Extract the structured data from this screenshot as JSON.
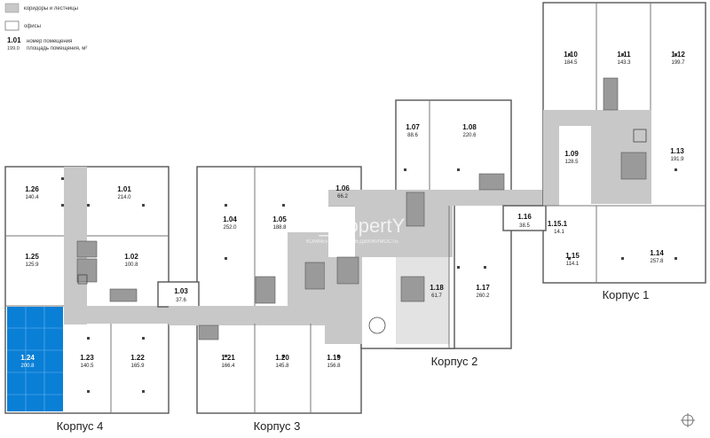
{
  "legend": {
    "corridors_label": "коридоры и лестницы",
    "offices_label": "офисы",
    "sample_number": "1.01",
    "sample_area": "199.0",
    "number_label": "номер помещения",
    "area_label": "площадь помещения, м²"
  },
  "watermark": {
    "text": "Y_propertY",
    "subtext": "КОММЕРЧЕСКАЯ НЕДВИЖИМОСТЬ"
  },
  "corpus_labels": [
    "Корпус 1",
    "Корпус 2",
    "Корпус 3",
    "Корпус 4"
  ],
  "colors": {
    "corridor": "#c8c8c8",
    "selected_room": "#0a7fd6",
    "wall": "#555555"
  },
  "selected_room": "1.24",
  "rooms": [
    {
      "id": "1.01",
      "area": "214.0"
    },
    {
      "id": "1.02",
      "area": "100.8"
    },
    {
      "id": "1.03",
      "area": "37.6"
    },
    {
      "id": "1.04",
      "area": "252.0"
    },
    {
      "id": "1.05",
      "area": "188.8"
    },
    {
      "id": "1.06",
      "area": "66.2"
    },
    {
      "id": "1.07",
      "area": "88.6"
    },
    {
      "id": "1.08",
      "area": "220.6"
    },
    {
      "id": "1.09",
      "area": "128.5"
    },
    {
      "id": "1.10",
      "area": "184.5"
    },
    {
      "id": "1.11",
      "area": "143.3"
    },
    {
      "id": "1.12",
      "area": "199.7"
    },
    {
      "id": "1.13",
      "area": "191.9"
    },
    {
      "id": "1.14",
      "area": "257.8"
    },
    {
      "id": "1.15",
      "area": "114.1"
    },
    {
      "id": "1.15.1",
      "area": "14.1"
    },
    {
      "id": "1.16",
      "area": "38.5"
    },
    {
      "id": "1.17",
      "area": "260.2"
    },
    {
      "id": "1.18",
      "area": "61.7"
    },
    {
      "id": "1.19",
      "area": "156.8"
    },
    {
      "id": "1.20",
      "area": "145.8"
    },
    {
      "id": "1.21",
      "area": "166.4"
    },
    {
      "id": "1.22",
      "area": "165.9"
    },
    {
      "id": "1.23",
      "area": "140.5"
    },
    {
      "id": "1.24",
      "area": "200.8"
    },
    {
      "id": "1.25",
      "area": "125.9"
    },
    {
      "id": "1.26",
      "area": "140.4"
    }
  ]
}
